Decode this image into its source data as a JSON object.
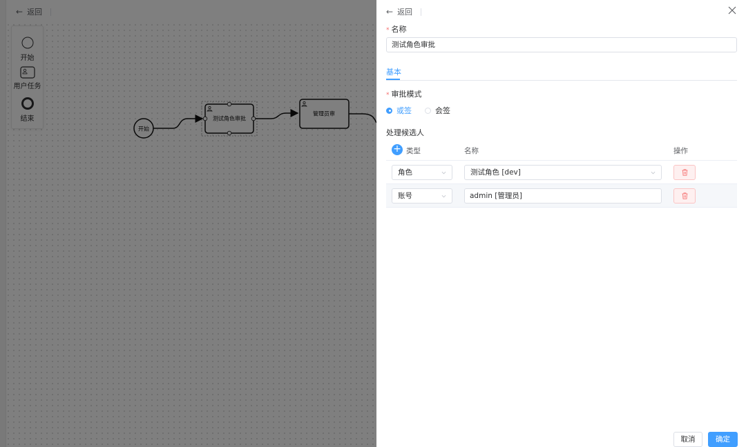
{
  "canvas": {
    "back_label": "返回",
    "palette": [
      {
        "label": "开始",
        "icon": "start-event-icon"
      },
      {
        "label": "用户任务",
        "icon": "user-task-icon"
      },
      {
        "label": "结束",
        "icon": "end-event-icon"
      }
    ],
    "nodes": {
      "start": "开始",
      "task1": "测试角色审批",
      "task2": "管理员审"
    }
  },
  "drawer": {
    "back_label": "返回",
    "name_label": "名称",
    "name_value": "测试角色审批",
    "tab_basic": "基本",
    "approval_mode_label": "审批模式",
    "mode_options": [
      {
        "label": "或签",
        "selected": true
      },
      {
        "label": "会签",
        "selected": false
      }
    ],
    "candidates_label": "处理候选人",
    "table": {
      "headers": {
        "type": "类型",
        "name": "名称",
        "action": "操作"
      },
      "rows": [
        {
          "type": "角色",
          "name": "测试角色 [dev]",
          "name_is_select": true
        },
        {
          "type": "账号",
          "name": "admin [管理员]",
          "name_is_select": false
        }
      ]
    },
    "cancel_label": "取消",
    "ok_label": "确定"
  },
  "colors": {
    "primary": "#409eff",
    "danger": "#f56c6c",
    "overlay": "rgba(0,0,0,0.5)"
  }
}
